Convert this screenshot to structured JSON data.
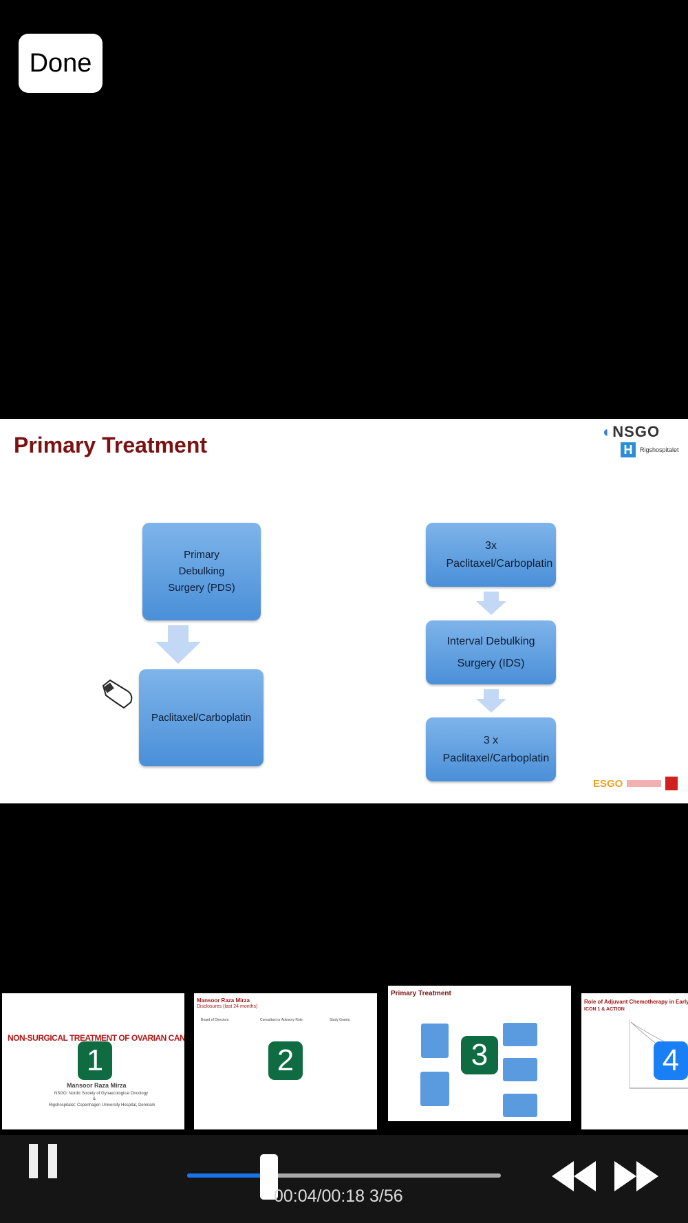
{
  "done_label": "Done",
  "slide": {
    "title": "Primary Treatment",
    "logo_nsgo": "NSGO",
    "logo_rigs": "Rigshospitalet",
    "logo_esgo": "ESGO",
    "left_boxes": [
      "Primary Debulking Surgery (PDS)",
      "Paclitaxel/Carboplatin"
    ],
    "right_boxes": [
      "3x Paclitaxel/Carboplatin",
      "Interval Debulking Surgery  (IDS)",
      "3 x Paclitaxel/Carboplatin"
    ]
  },
  "thumbnails": [
    {
      "number": "1",
      "title": "NON-SURGICAL TREATMENT OF OVARIAN CANCER",
      "lines": [
        "Mansoor Raza Mirza",
        "NSGO: Nordic Society of Gynaecological Oncology",
        "&",
        "Rigshospitalet: Copenhagen University Hospital, Denmark"
      ]
    },
    {
      "number": "2",
      "title": "Mansoor Raza Mirza",
      "subtitle": "Disclosures (last 24 months)",
      "cols": [
        "Board of Directors:",
        "Consultant or Advisory Role:",
        "Study Grants:"
      ]
    },
    {
      "number": "3",
      "title": "Primary Treatment"
    },
    {
      "number": "4",
      "title": "Role of Adjuvant Chemotherapy in Early",
      "subtitle": "ICON 1 & ACTION"
    }
  ],
  "player": {
    "time": "00:04/00:18 3/56",
    "progress": 0.26,
    "accent": "#1a73e8"
  }
}
